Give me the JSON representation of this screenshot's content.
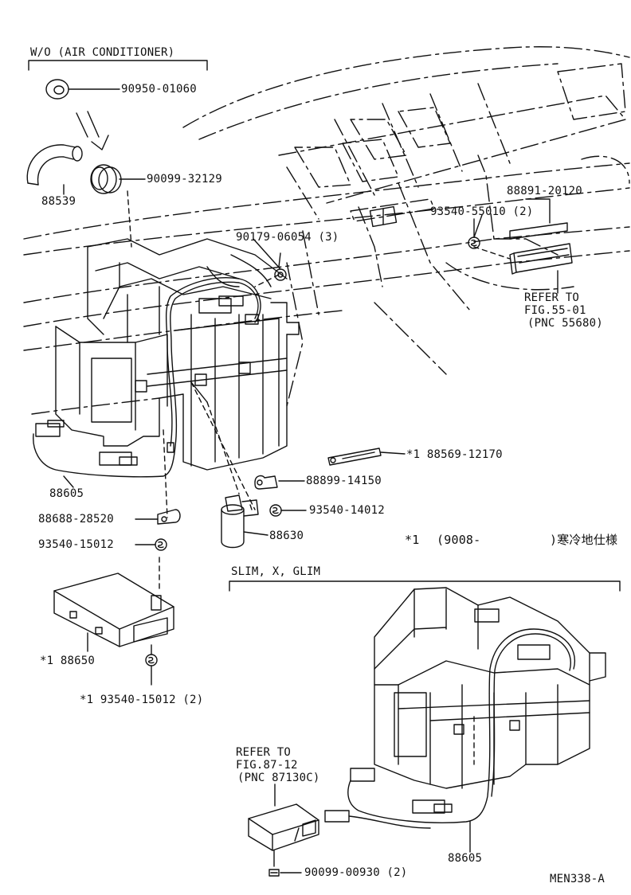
{
  "sections": {
    "wo_air_conditioner": "W/O (AIR CONDITIONER)",
    "slim_x_glim": "SLIM, X, GLIM"
  },
  "note": {
    "prefix": "*1",
    "date_range": "(9008-",
    "description": ")寒冷地仕様"
  },
  "parts": [
    {
      "id": "p1",
      "text": "90950-01060"
    },
    {
      "id": "p2",
      "text": "90099-32129"
    },
    {
      "id": "p3",
      "text": "88539"
    },
    {
      "id": "p4",
      "text": "90179-06054 (3)"
    },
    {
      "id": "p5",
      "text": "93540-55010 (2)"
    },
    {
      "id": "p6",
      "text": "88891-20120"
    },
    {
      "id": "p7",
      "text": "88605"
    },
    {
      "id": "p8",
      "text": "*1  88569-12170"
    },
    {
      "id": "p9",
      "text": "88899-14150"
    },
    {
      "id": "p10",
      "text": "93540-14012"
    },
    {
      "id": "p11",
      "text": "88688-28520"
    },
    {
      "id": "p12",
      "text": "88630"
    },
    {
      "id": "p13",
      "text": "93540-15012"
    },
    {
      "id": "p14",
      "text": "*1  88650"
    },
    {
      "id": "p15",
      "text": "*1  93540-15012 (2)"
    },
    {
      "id": "p16",
      "text": "88605"
    },
    {
      "id": "p17",
      "text": "90099-00930 (2)"
    }
  ],
  "references": {
    "fig55": [
      "REFER TO",
      "FIG.55-01",
      "(PNC 55680)"
    ],
    "fig87": [
      "REFER TO",
      "FIG.87-12",
      "(PNC 87130C)"
    ]
  },
  "figure_code": "MEN338-A"
}
